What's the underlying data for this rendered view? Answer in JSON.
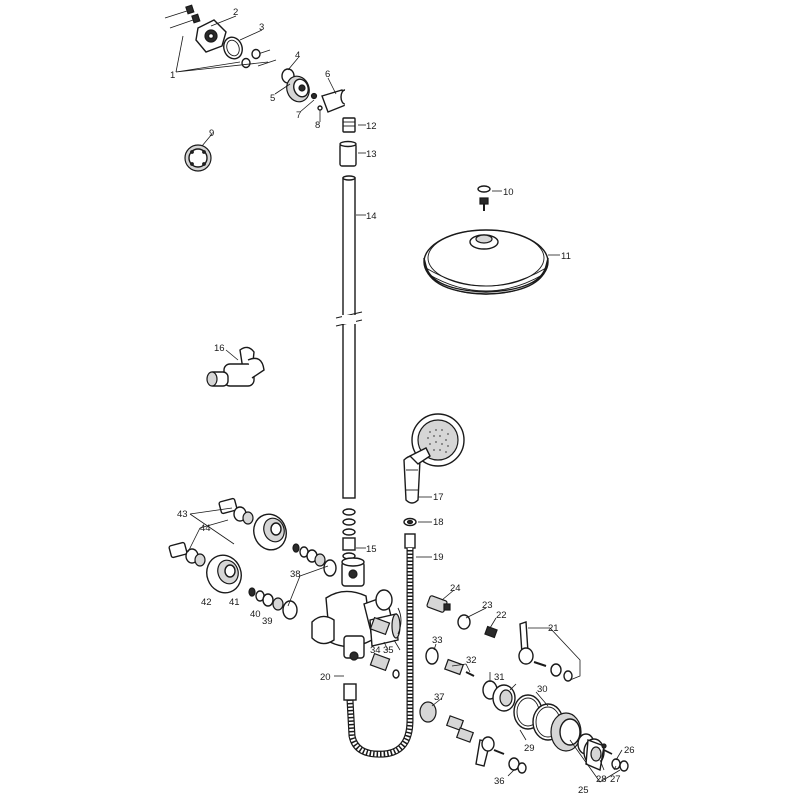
{
  "labels": [
    "1",
    "2",
    "3",
    "4",
    "5",
    "6",
    "7",
    "8",
    "9",
    "10",
    "11",
    "12",
    "13",
    "14",
    "16",
    "17",
    "18",
    "15",
    "19",
    "20",
    "21",
    "22",
    "23",
    "24",
    "25",
    "26",
    "27",
    "28",
    "29",
    "30",
    "31",
    "32",
    "33",
    "34",
    "35",
    "36",
    "37",
    "38",
    "39",
    "40",
    "41",
    "42",
    "43",
    "44"
  ]
}
